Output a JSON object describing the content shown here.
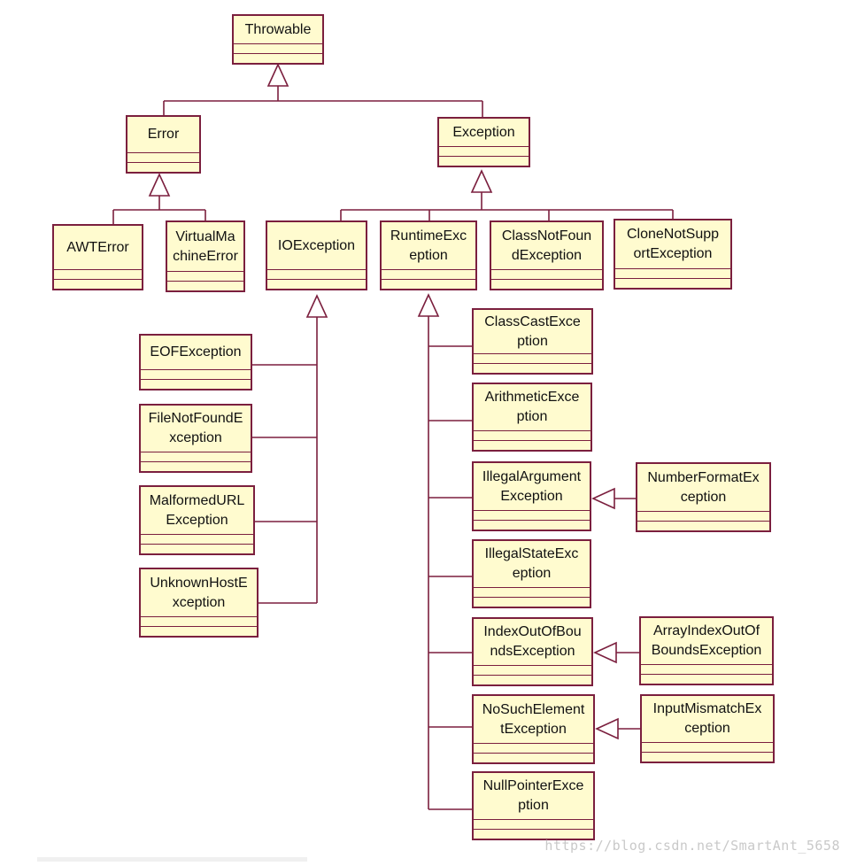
{
  "colors": {
    "border": "#7b1f3e",
    "fill": "#fffbcf",
    "text": "#111111",
    "watermark": "#c9c9c9"
  },
  "classes": {
    "throwable": [
      "Throwable"
    ],
    "error": [
      "Error"
    ],
    "exception": [
      "Exception"
    ],
    "awterror": [
      "AWTError"
    ],
    "virtualmachineerror": [
      "VirtualMa",
      "chineError"
    ],
    "ioexception": [
      "IOException"
    ],
    "runtimeexception": [
      "RuntimeExc",
      "eption"
    ],
    "classnotfoundexception": [
      "ClassNotFoun",
      "dException"
    ],
    "clonenotsupportedexception": [
      "CloneNotSupp",
      "ortException"
    ],
    "eofexception": [
      "EOFException"
    ],
    "filenotfoundexception": [
      "FileNotFoundE",
      "xception"
    ],
    "malformedurlexception": [
      "MalformedURL",
      "Exception"
    ],
    "unknownhostexception": [
      "UnknownHostE",
      "xception"
    ],
    "classcastexception": [
      "ClassCastExce",
      "ption"
    ],
    "arithmeticexception": [
      "ArithmeticExce",
      "ption"
    ],
    "illegalargumentexception": [
      "IllegalArgument",
      "Exception"
    ],
    "illegalstateexception": [
      "IllegalStateExc",
      "eption"
    ],
    "indexoutofboundsexception": [
      "IndexOutOfBou",
      "ndsException"
    ],
    "nosuchelementexception": [
      "NoSuchElement",
      "tException"
    ],
    "nullpointerexception": [
      "NullPointerExce",
      "ption"
    ],
    "numberformatexception": [
      "NumberFormatEx",
      "ception"
    ],
    "arrayindexoutofboundsexception": [
      "ArrayIndexOutOf",
      "BoundsException"
    ],
    "inputmismatchexception": [
      "InputMismatchEx",
      "ception"
    ]
  },
  "watermark": "https://blog.csdn.net/SmartAnt_5658"
}
